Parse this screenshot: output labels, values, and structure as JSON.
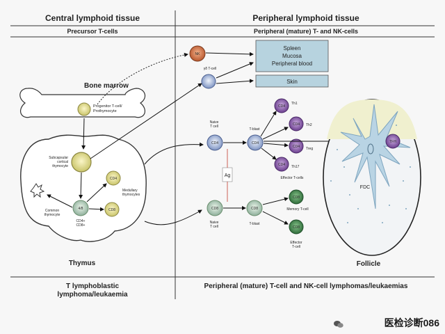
{
  "headers": {
    "central": "Central lymphoid tissue",
    "peripheral": "Peripheral lymphoid tissue",
    "precursor": "Precursor T-cells",
    "peripheral_cells": "Peripheral (mature) T- and NK-cells"
  },
  "boxes": {
    "tissues": [
      "Spleen",
      "Mucosa",
      "Peripheral blood"
    ],
    "skin": "Skin"
  },
  "labels": {
    "bone_marrow": "Bone marrow",
    "progenitor": [
      "Progenitor T-cell/",
      "Prothymocyte"
    ],
    "subcapsular": [
      "Subcapsular",
      "cortical",
      "thymocyte"
    ],
    "medullary": [
      "Medullary",
      "thymocytes"
    ],
    "common": [
      "Common",
      "thymocyte"
    ],
    "cd48": [
      "CD4+",
      "CD8+"
    ],
    "thymus": "Thymus",
    "nk": "NK",
    "gd": "γδ T-cell",
    "naive_top": [
      "Naive",
      "T cell"
    ],
    "naive_bottom": [
      "Naive",
      "T cell"
    ],
    "tblast_top": "T-blast",
    "tblast_bottom": "T-blast",
    "ag": "Ag",
    "cd4": "CD4",
    "cd8": "CD8",
    "th1": "Th1",
    "th2": "Th2",
    "treg": "Treg",
    "th17": "Th17",
    "tfh": "TFH",
    "effector_tcells": "Effector T-cells",
    "memory": "Memory T-cell",
    "effector": [
      "Effector",
      "T-cell"
    ],
    "fdc": "FDC",
    "follicle": "Follicle"
  },
  "footer": {
    "left": [
      "T lymphoblastic",
      "lymphoma/leukaemia"
    ],
    "right": "Peripheral (mature) T-cell and NK-cell lymphomas/leukaemias"
  },
  "watermark": "医检诊断086"
}
